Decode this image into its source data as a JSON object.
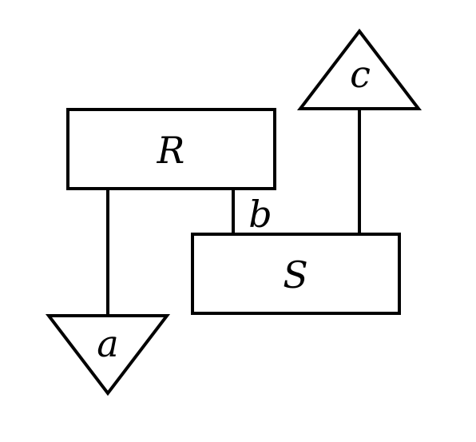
{
  "boxes": {
    "r": {
      "label": "R"
    },
    "s": {
      "label": "S"
    }
  },
  "triangles": {
    "a": {
      "label": "a",
      "orientation": "down"
    },
    "c": {
      "label": "c",
      "orientation": "up"
    }
  },
  "wires": {
    "b": {
      "label": "b"
    }
  },
  "colors": {
    "stroke": "#000000",
    "background": "#ffffff"
  }
}
